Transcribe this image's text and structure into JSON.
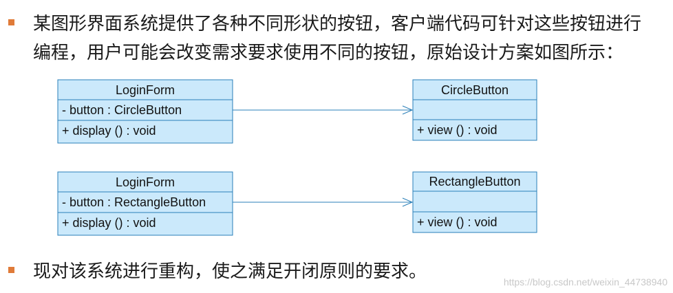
{
  "text": {
    "bullet1_line1": "某图形界面系统提供了各种不同形状的按钮，客户端代码可针对这些按钮进行",
    "bullet1_line2": "编程，用户可能会改变需求要求使用不同的按钮，原始设计方案如图所示：",
    "bullet2": "现对该系统进行重构，使之满足开闭原则的要求。"
  },
  "diagram": {
    "classes": {
      "loginform1": {
        "name": "LoginForm",
        "attribute": "-  button  : CircleButton",
        "operation": "+  display ()  : void"
      },
      "circlebutton": {
        "name": "CircleButton",
        "attribute": "",
        "operation": "+  view ()  : void"
      },
      "loginform2": {
        "name": "LoginForm",
        "attribute": "-  button  : RectangleButton",
        "operation": "+  display ()  : void"
      },
      "rectanglebutton": {
        "name": "RectangleButton",
        "attribute": "",
        "operation": "+  view ()  : void"
      }
    },
    "associations": [
      {
        "from": "LoginForm",
        "to": "CircleButton",
        "type": "directed-association"
      },
      {
        "from": "LoginForm",
        "to": "RectangleButton",
        "type": "directed-association"
      }
    ]
  },
  "watermark": "https://blog.csdn.net/weixin_44738940",
  "colors": {
    "bullet": "#e07b39",
    "class_fill": "#cbe9fb",
    "class_border": "#2a7fb8"
  }
}
